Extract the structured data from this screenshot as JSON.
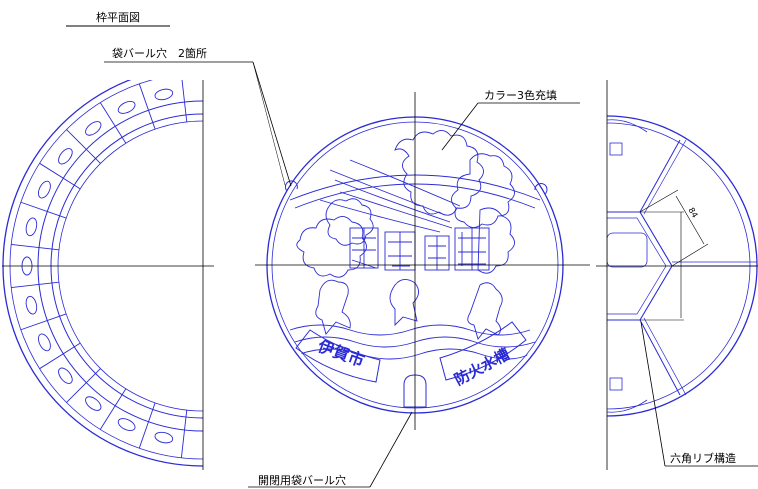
{
  "labels": {
    "title": "枠平面図",
    "hole_label": "袋バール穴　2箇所",
    "color_label": "カラー3色充填",
    "rib_label": "六角リブ構造",
    "open_label": "開閉用袋バール穴",
    "dimension_text": "84"
  },
  "cover_text": {
    "city": "伊賀市",
    "usage": "防火水槽"
  },
  "colors": {
    "line": "#2b2bd6",
    "leader": "#000000",
    "background": "#ffffff"
  }
}
